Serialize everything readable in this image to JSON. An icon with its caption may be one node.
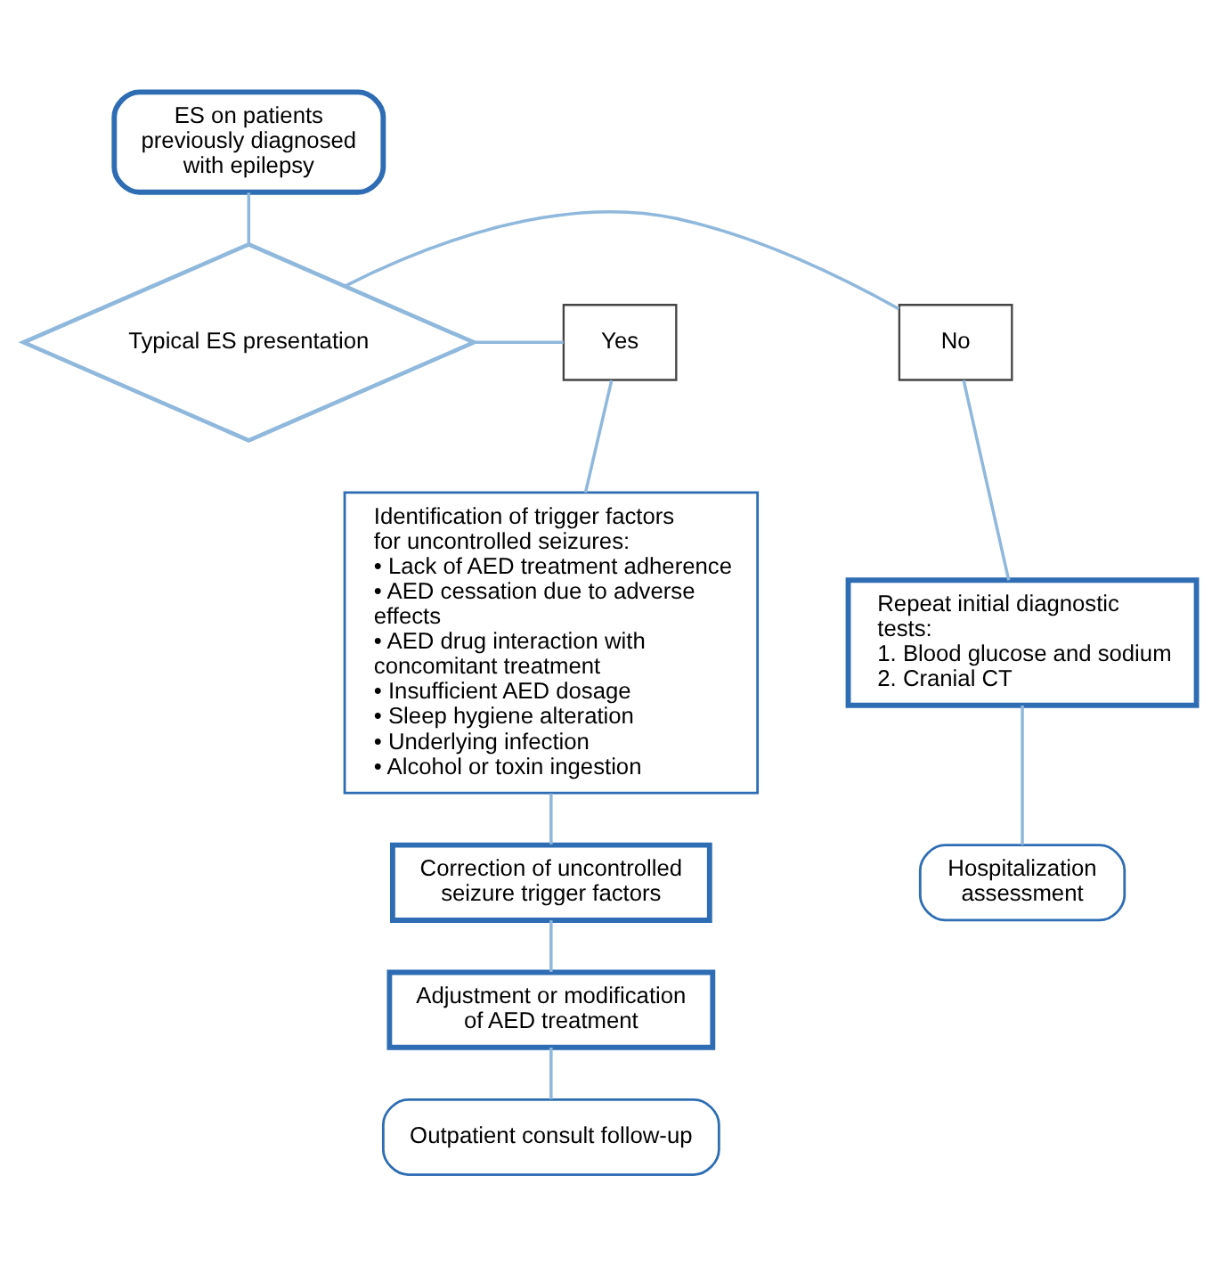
{
  "diagram": {
    "nodes": [
      {
        "text": [
          "ES on patients previously diagnosed with epilepsy"
        ]
      },
      {
        "text": [
          "Typical ES presentation"
        ]
      },
      {
        "text": [
          "No"
        ]
      },
      {
        "text": [
          "Yes"
        ]
      },
      {
        "text": [
          "Repeat initial diagnostic tests:",
          "1. Blood glucose and sodium",
          "2. Cranial CT"
        ]
      },
      {
        "text": [
          "Hospitalization assessment"
        ]
      },
      {
        "text": [
          "Identification of trigger factors for uncontrolled seizures:",
          "• Lack of AED treatment adherence",
          "• AED cessation due to adverse effects",
          "• AED drug interaction with concomitant treatment",
          "• Insufficient AED dosage",
          "• Sleep hygiene alteration",
          "• Underlying infection",
          "• Alcohol or toxin ingestion"
        ]
      },
      {
        "text": [
          "Correction of uncontrolled seizure trigger factors"
        ]
      },
      {
        "text": [
          "Adjustment or modification of AED treatment"
        ]
      },
      {
        "text": [
          "Outpatient consult follow-up"
        ]
      }
    ],
    "edges": [
      {
        "from": 0,
        "to": 1,
        "arrow": "none"
      },
      {
        "from": 1,
        "to": 2,
        "arrow": "none"
      },
      {
        "from": 1,
        "to": 3,
        "arrow": "none"
      },
      {
        "from": 2,
        "to": 4,
        "arrow": "none"
      },
      {
        "from": 4,
        "to": 5,
        "arrow": "none"
      },
      {
        "from": 3,
        "to": 6,
        "arrow": "none"
      },
      {
        "from": 6,
        "to": 7,
        "arrow": "none"
      },
      {
        "from": 7,
        "to": 8,
        "arrow": "none"
      },
      {
        "from": 8,
        "to": 9,
        "arrow": "none"
      }
    ]
  }
}
